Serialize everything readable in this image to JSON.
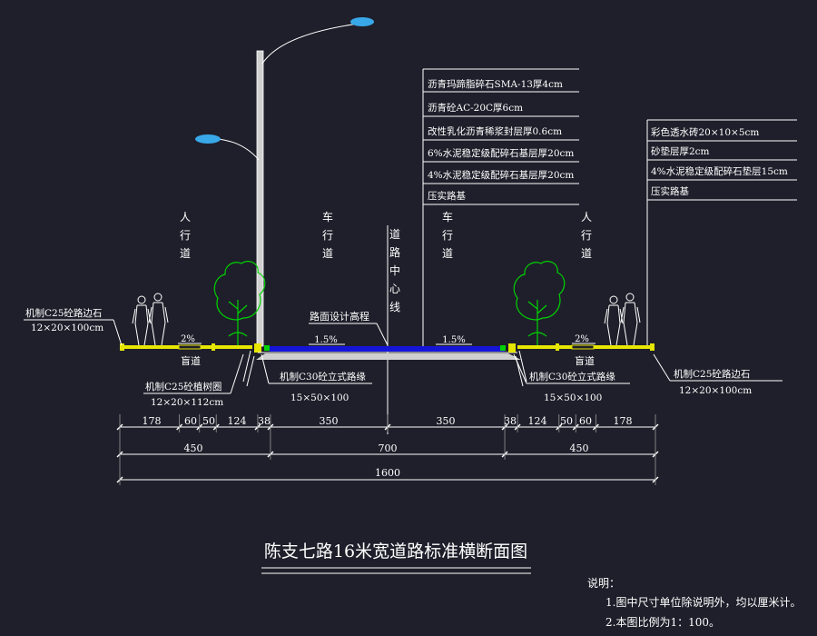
{
  "labels": {
    "sidewalk": "人行道",
    "carriageway": "车行道",
    "centerline": "道路中心线",
    "design_elevation": "路面设计高程",
    "tactile": "盲道",
    "slope_sidewalk": "2%",
    "slope_road": "1.5%"
  },
  "center_layers": [
    "沥青玛蹄脂碎石SMA-13厚4cm",
    "沥青砼AC-20C厚6cm",
    "改性乳化沥青稀浆封层厚0.6cm",
    "6%水泥稳定级配碎石基层厚20cm",
    "4%水泥稳定级配碎石基层厚20cm",
    "压实路基"
  ],
  "side_layers": [
    "彩色透水砖20×10×5cm",
    "砂垫层厚2cm",
    "4%水泥稳定级配碎石垫层15cm",
    "压实路基"
  ],
  "callouts": {
    "left_curb_name": "机制C25砼路边石",
    "left_curb_size": "12×20×100cm",
    "tree_ring_name": "机制C25砼植树圈",
    "tree_ring_size": "12×20×112cm",
    "left_edge_name": "机制C30砼立式路缘",
    "left_edge_size": "15×50×100",
    "right_edge_name": "机制C30砼立式路缘",
    "right_edge_size": "15×50×100",
    "right_curb_name": "机制C25砼路边石",
    "right_curb_size": "12×20×100cm"
  },
  "dims_row1": [
    "178",
    "60",
    "50",
    "124",
    "38",
    "350",
    "350",
    "38",
    "124",
    "50",
    "60",
    "178"
  ],
  "dims_row2": [
    "450",
    "700",
    "450"
  ],
  "dims_row3": [
    "1600"
  ],
  "title": "陈支七路16米宽道路标准横断面图",
  "notes_title": "说明：",
  "notes": [
    "1.图中尺寸单位除说明外，均以厘米计。",
    "2.本图比例为1：100。"
  ],
  "colors": {
    "pavement": "#1515d8",
    "sidewalk": "#e6e600",
    "tree": "#00d400",
    "lamp": "#39a8e8",
    "pole": "#d0d0d0"
  }
}
